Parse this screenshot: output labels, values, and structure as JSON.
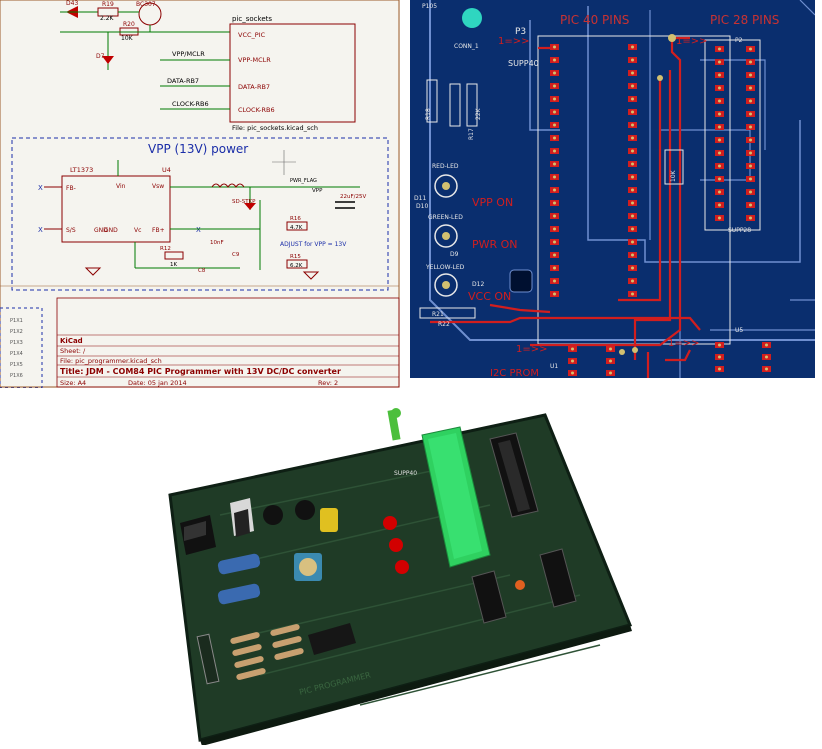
{
  "schematic": {
    "top": {
      "refs": [
        "D43",
        "R19",
        "BC307",
        "R20",
        "D7"
      ],
      "values": [
        "2.2K",
        "10K"
      ],
      "sheet_title": "pic_sockets",
      "pins": [
        "VCC_PIC",
        "VPP-MCLR",
        "DATA-RB7",
        "CLOCK-RB6"
      ],
      "nets": [
        "VPP/MCLR",
        "DATA-RB7",
        "CLOCK-RB6"
      ],
      "file": "File: pic_sockets.kicad_sch"
    },
    "power": {
      "title": "VPP (13V) power",
      "chip_ref": "LT1373",
      "u4": "U4",
      "pins": [
        "FB-",
        "Vin",
        "Vsw",
        "FB+",
        "S/S",
        "GND",
        "GND",
        "Vc"
      ],
      "labels": [
        "SD-STKP",
        "PWR_FLAG",
        "VPP",
        "22uF/25V",
        "R16",
        "4.7K",
        "R15",
        "6.2K",
        "ADJUST for VPP = 13V",
        "10nF",
        "R12",
        "1K",
        "C8",
        "C9"
      ],
      "nc": [
        "X",
        "X",
        "X"
      ]
    },
    "title_block": {
      "brand": "KiCad",
      "sheet": "Sheet: /",
      "file": "File: pic_programmer.kicad_sch",
      "title": "Title: JDM - COM84 PIC Programmer with 13V DC/DC converter",
      "size": "Size: A4",
      "date": "Date: 05 jan 2014",
      "rev": "Rev: 2"
    },
    "left_labels": [
      "P1X1",
      "P1X2",
      "P1X3",
      "P1X4",
      "P1X5",
      "P1X6"
    ]
  },
  "pcb": {
    "headers": [
      "PIC 40 PINS",
      "PIC 28 PINS"
    ],
    "refs": [
      "P105",
      "CONN_1",
      "P3",
      "SUPP40",
      "P2",
      "SUPP28",
      "R18",
      "R17",
      "22K",
      "10K",
      "RED-LED",
      "D10",
      "GREEN-LED",
      "D9",
      "YELLOW-LED",
      "D12",
      "R21",
      "R22",
      "U1",
      "U5",
      "D11"
    ],
    "markers": [
      "1=>>",
      "1=>>",
      "1=>>",
      "1=>>"
    ],
    "silk": [
      "VPP ON",
      "PWR ON",
      "VCC ON",
      "I2C PROM"
    ]
  },
  "render3d": {
    "labels": [
      "SUPP40",
      "PIC PROGRAMMER"
    ]
  },
  "colors": {
    "sch_wire": "#007a00",
    "sch_comp": "#8b0000",
    "sch_label": "#00007a",
    "pcb_board": "#0a2e6e",
    "pcb_copper": "#d21e1e",
    "pcb_silk": "#e8e8e8",
    "board_green": "#1f3b26",
    "zif_green": "#2fd160"
  }
}
